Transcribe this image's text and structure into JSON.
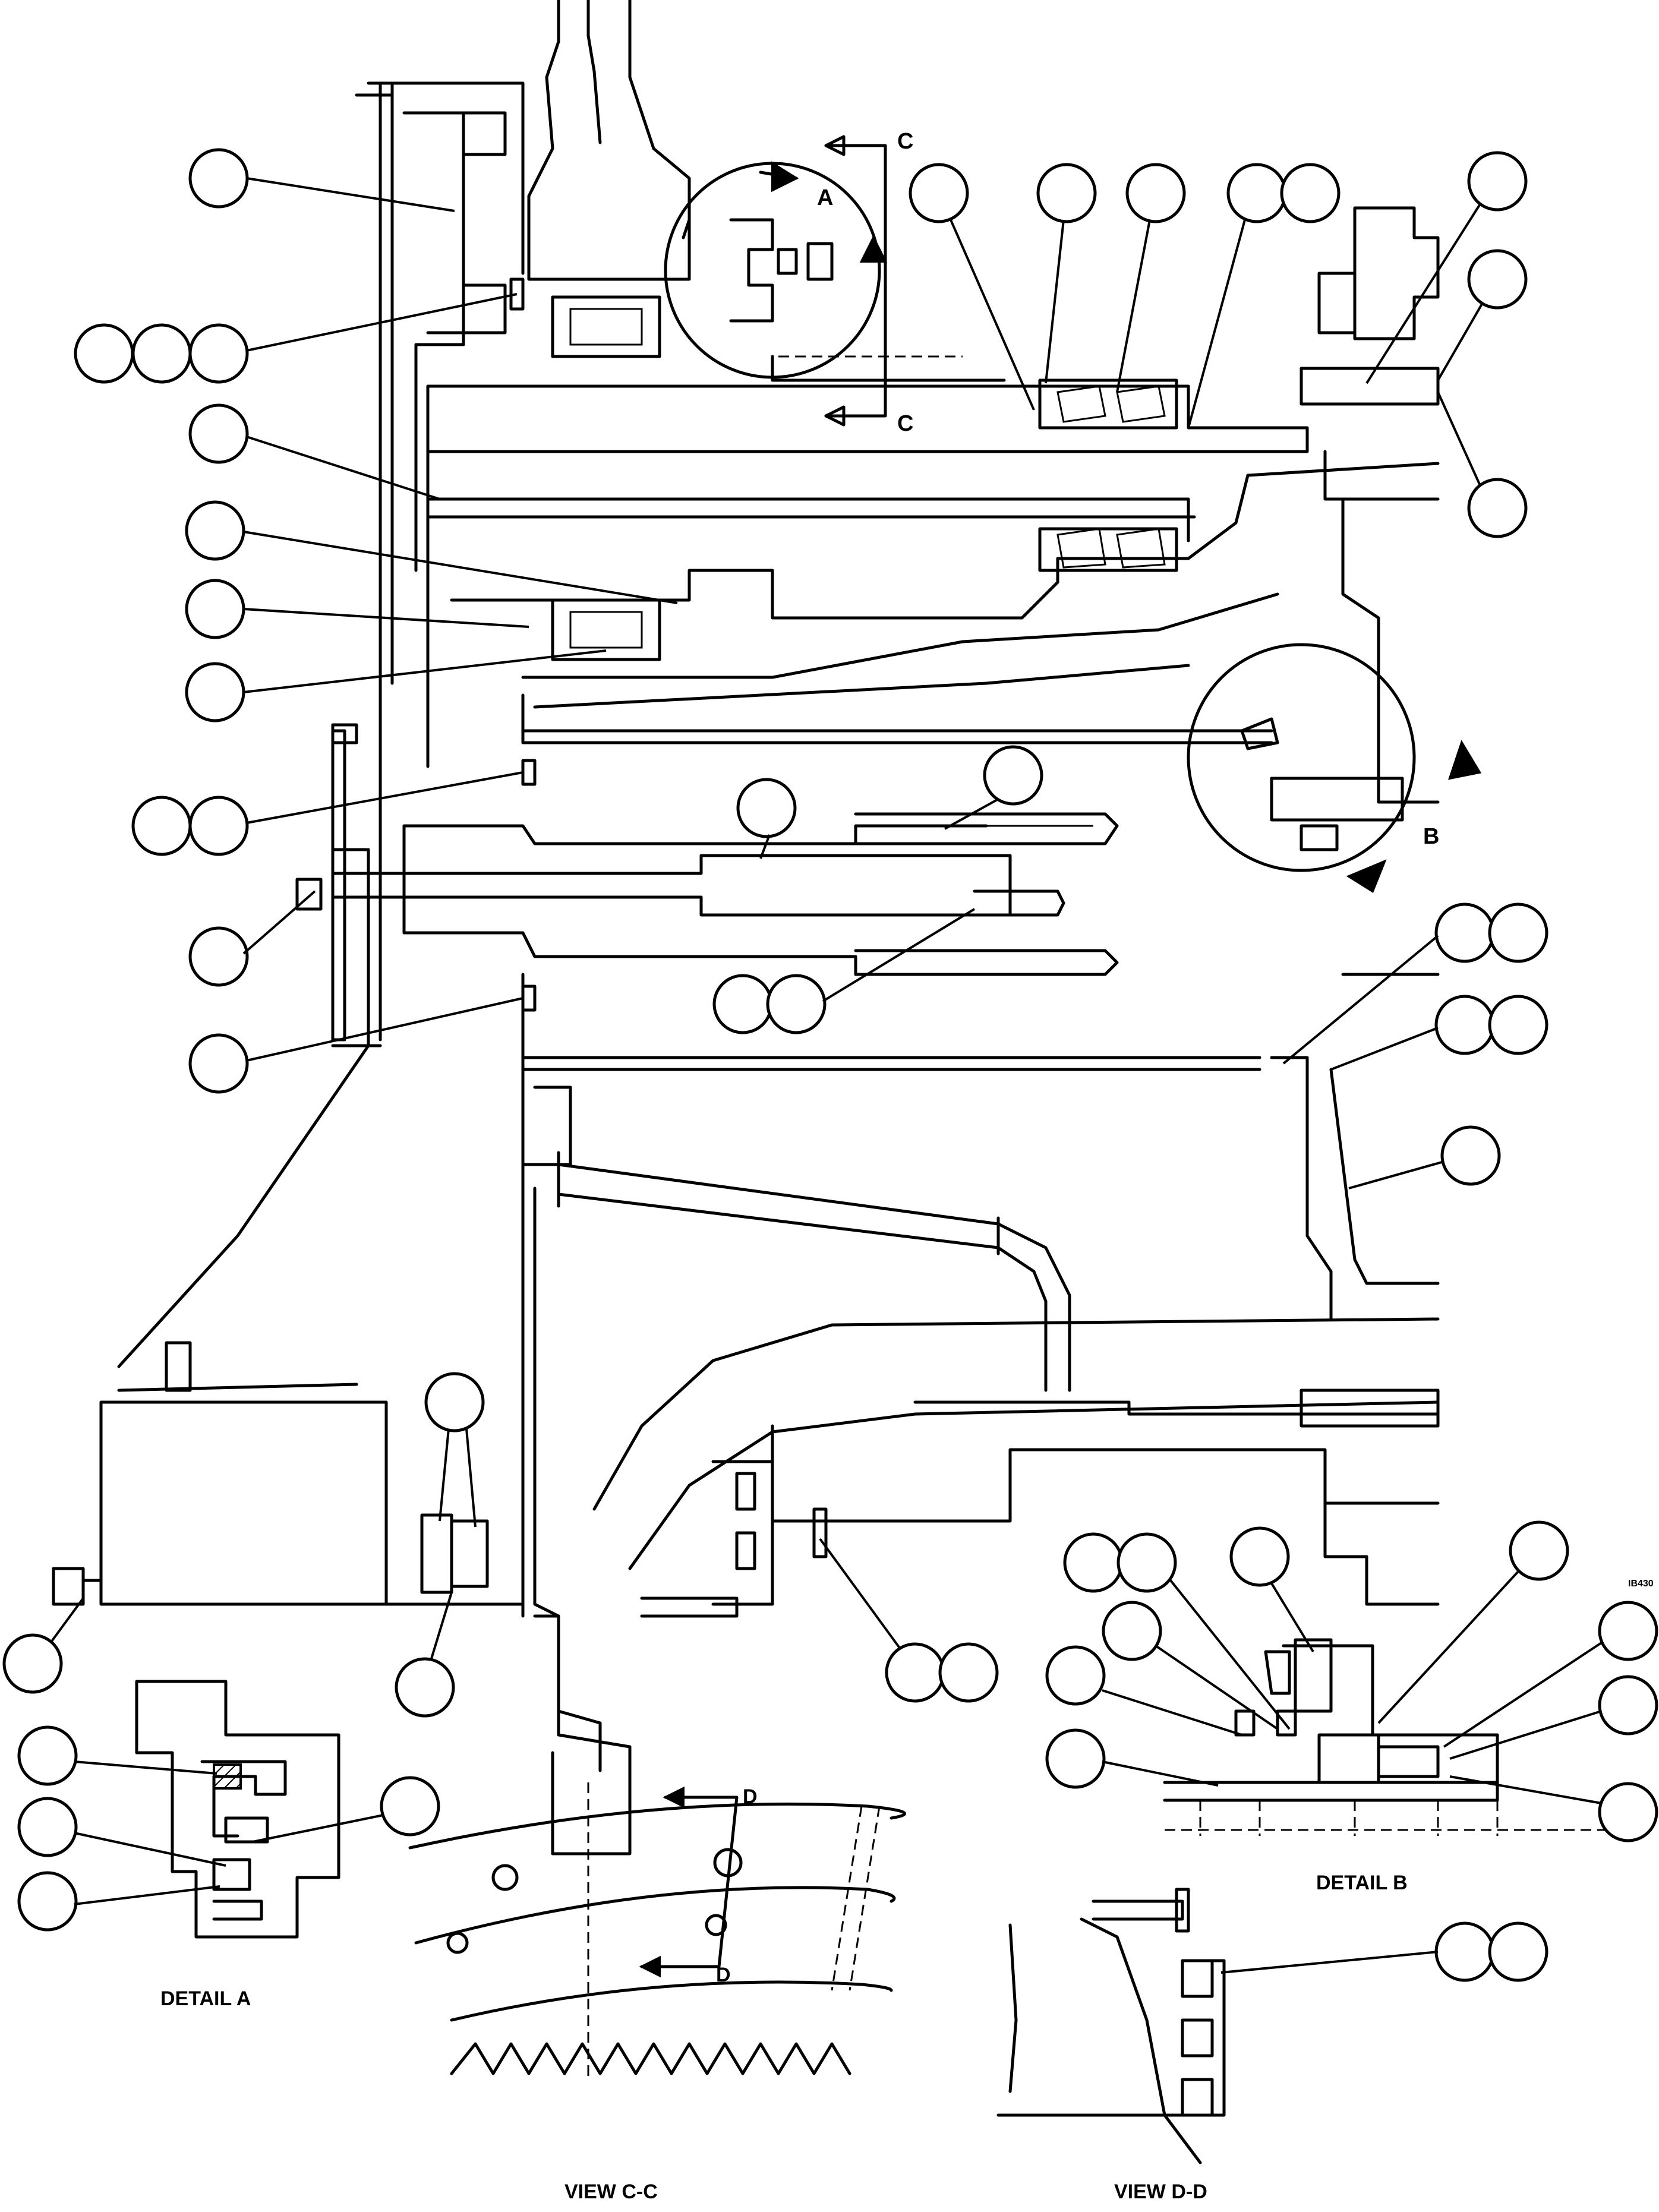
{
  "labels": {
    "section_c_top": "C",
    "section_c_bottom": "C",
    "detail_a_marker": "A",
    "detail_b_marker": "B",
    "section_d_top": "D",
    "section_d_bottom": "D",
    "detail_a_caption": "DETAIL A",
    "detail_b_caption": "DETAIL B",
    "view_cc_caption": "VIEW C-C",
    "view_dd_caption": "VIEW D-D",
    "drawing_code": "IB430"
  },
  "colors": {
    "line": "#000000",
    "background": "#ffffff"
  }
}
